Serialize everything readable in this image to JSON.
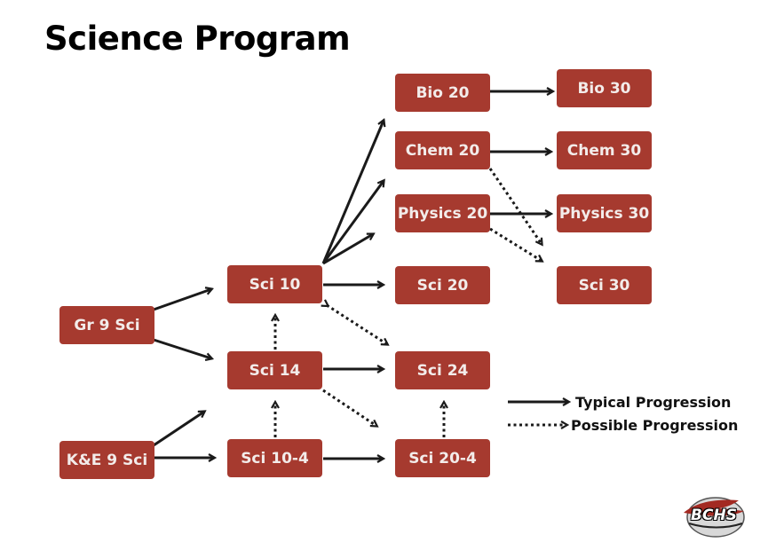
{
  "title": "Science Program",
  "nodes": {
    "bio20": "Bio 20",
    "bio30": "Bio 30",
    "chem20": "Chem 20",
    "chem30": "Chem 30",
    "physics20": "Physics 20",
    "physics30": "Physics 30",
    "sci10": "Sci 10",
    "sci20": "Sci 20",
    "sci30": "Sci 30",
    "gr9sci": "Gr 9 Sci",
    "sci14": "Sci 14",
    "sci24": "Sci 24",
    "ke9sci": "K&E 9 Sci",
    "sci10_4": "Sci 10-4",
    "sci20_4": "Sci 20-4"
  },
  "legend": {
    "typical": "Typical Progression",
    "possible": "Possible Progression"
  },
  "logo": {
    "text": "BCHS"
  },
  "colors": {
    "node_fill": "#a63a2f",
    "node_text": "#f3ecea",
    "arrow": "#1a1a1a"
  }
}
